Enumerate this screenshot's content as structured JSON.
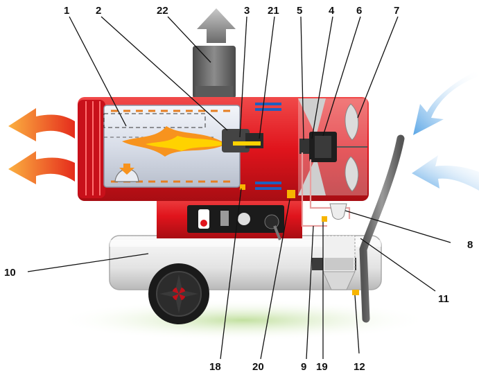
{
  "colors": {
    "body_red": "#e0141c",
    "body_red_dark": "#a80d13",
    "tank_white": "#ececec",
    "tank_shadow": "#bdbdbd",
    "flame_orange": "#f7931e",
    "flame_yellow": "#ffd200",
    "hot_air_arrow": "#f26522",
    "cold_air_arrow": "#6ab0e8",
    "exhaust_arrow": "#9a9a9a",
    "chimney_gray": "#6d6d6d",
    "ground_green": "#cfe6b3",
    "heat_marker_blue": "#1f5fbf",
    "fuel_line_pink": "#e8a0a0"
  },
  "icons": {
    "hot_air_outlet": "arrow-left-icon",
    "cold_air_inlet": "arrow-right-icon",
    "exhaust": "arrow-up-icon",
    "wheel": "wheel-icon"
  },
  "callouts": [
    {
      "id": "c1",
      "label": "1"
    },
    {
      "id": "c2",
      "label": "2"
    },
    {
      "id": "c22",
      "label": "22"
    },
    {
      "id": "c3",
      "label": "3"
    },
    {
      "id": "c21",
      "label": "21"
    },
    {
      "id": "c5",
      "label": "5"
    },
    {
      "id": "c4",
      "label": "4"
    },
    {
      "id": "c6",
      "label": "6"
    },
    {
      "id": "c7",
      "label": "7"
    },
    {
      "id": "c8",
      "label": "8"
    },
    {
      "id": "c10",
      "label": "10"
    },
    {
      "id": "c11",
      "label": "11"
    },
    {
      "id": "c12",
      "label": "12"
    },
    {
      "id": "c18",
      "label": "18"
    },
    {
      "id": "c20",
      "label": "20"
    },
    {
      "id": "c9",
      "label": "9"
    },
    {
      "id": "c19",
      "label": "19"
    }
  ]
}
